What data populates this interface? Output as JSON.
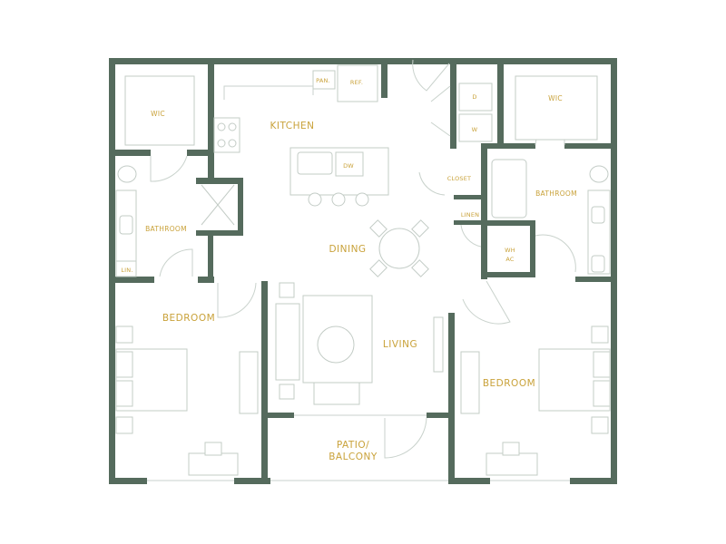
{
  "labels": {
    "wic_left": "WIC",
    "wic_right": "WIC",
    "pantry": "PAN.",
    "refrigerator": "REF.",
    "kitchen": "KITCHEN",
    "dishwasher": "DW",
    "dryer": "D",
    "washer": "W",
    "closet": "CLOSET",
    "linen_right": "LINEN",
    "bathroom_left": "BATHROOM",
    "bathroom_right": "BATHROOM",
    "linen_left": "LIN.",
    "dining": "DINING",
    "wh_ac_line1": "WH",
    "wh_ac_line2": "AC",
    "bedroom_left": "BEDROOM",
    "living": "LIVING",
    "bedroom_right": "BEDROOM",
    "patio_line1": "PATIO/",
    "patio_line2": "BALCONY"
  },
  "colors": {
    "wall": "#556b5d",
    "label": "#c9a23a",
    "fixture": "#c3ccc6"
  }
}
